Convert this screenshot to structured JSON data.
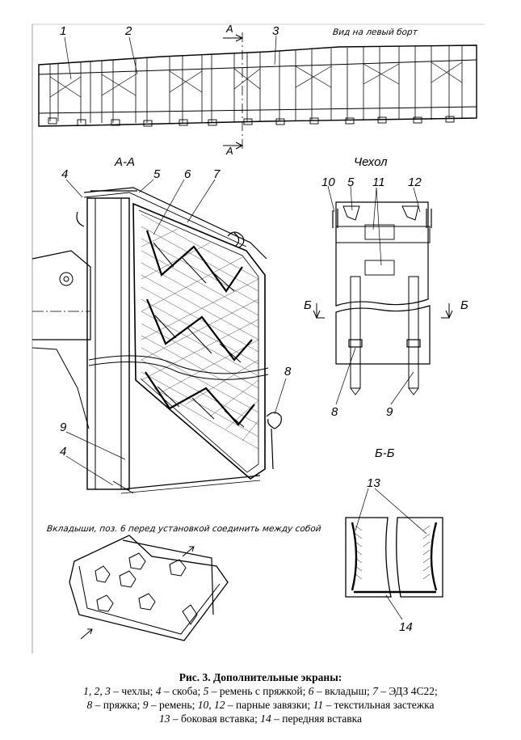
{
  "figure": {
    "top_view": {
      "labels": {
        "n1": "1",
        "n2": "2",
        "n3": "3"
      },
      "section_mark_top": "А",
      "section_mark_bottom": "А",
      "view_label": "Вид на левый борт"
    },
    "section_aa": {
      "title": "А-А",
      "labels": {
        "n4a": "4",
        "n5": "5",
        "n6": "6",
        "n7": "7",
        "n8": "8",
        "n9": "9",
        "n4b": "4"
      }
    },
    "cover": {
      "title": "Чехол",
      "labels": {
        "n10": "10",
        "n5": "5",
        "n11": "11",
        "n12": "12",
        "n8": "8",
        "n9": "9"
      },
      "section_mark_left": "Б",
      "section_mark_right": "Б"
    },
    "section_bb": {
      "title": "Б-Б",
      "labels": {
        "n13": "13",
        "n14": "14"
      }
    },
    "inserts_note": "Вкладыши, поз. 6 перед установкой соединить между собой"
  },
  "caption": {
    "title": "Рис. 3. Дополнительные экраны:",
    "items": [
      {
        "num": "1, 2, 3",
        "text": " – чехлы; "
      },
      {
        "num": "4",
        "text": " – скоба; "
      },
      {
        "num": "5",
        "text": " – ремень с пряжкой; "
      },
      {
        "num": "6",
        "text": " – вкладыш; "
      },
      {
        "num": "7",
        "text": " – ЭДЗ 4С22;"
      },
      {
        "num": "8",
        "text": " – пряжка; "
      },
      {
        "num": "9",
        "text": " – ремень; "
      },
      {
        "num": "10, 12",
        "text": " – парные завязки; "
      },
      {
        "num": "11",
        "text": " – текстильная застежка"
      },
      {
        "num": "13",
        "text": " – боковая вставка; "
      },
      {
        "num": "14",
        "text": " – передняя вставка"
      }
    ]
  }
}
